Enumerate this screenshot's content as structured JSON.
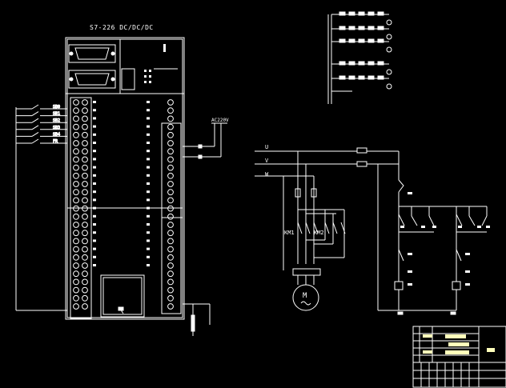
{
  "plc": {
    "model": "S7-226 DC/DC/DC",
    "left_terminals": [
      "SB0",
      "SB1",
      "SB2",
      "SB3",
      "SB4",
      "FR"
    ]
  },
  "power": {
    "supply_label": "AC220V",
    "phases": [
      "U",
      "V",
      "W"
    ]
  },
  "motor": {
    "label": "M",
    "contactors": [
      "KM1",
      "KM2"
    ]
  },
  "colors": {
    "background": "#000000",
    "line": "#ffffff",
    "wire_alt": "#aaaaaa"
  }
}
